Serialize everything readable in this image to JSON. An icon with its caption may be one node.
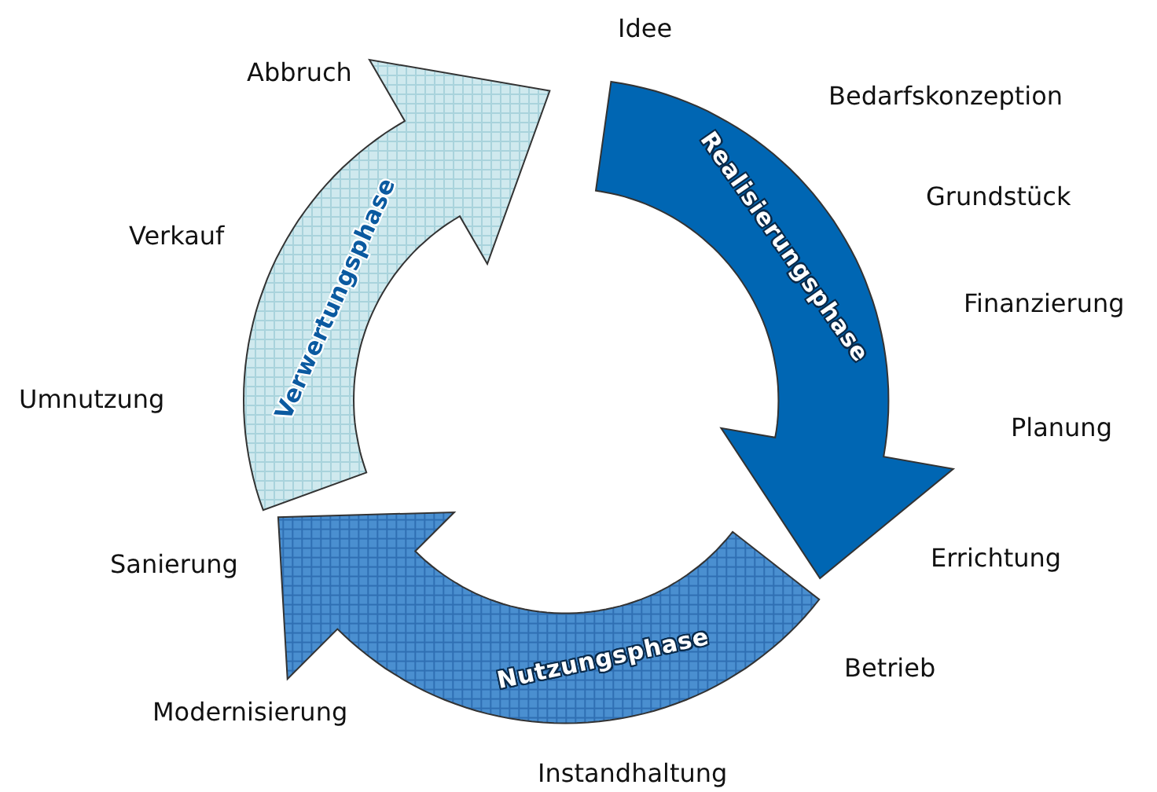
{
  "diagram": {
    "nodes": [
      {
        "text": [
          "Realisierungsphase"
        ],
        "beside": [
          "Idee",
          "Bedarfskonzeption",
          "Grundstück",
          "Finanzierung",
          "Planung",
          "Errichtung"
        ]
      },
      {
        "text": [
          "Nutzungsphase"
        ],
        "beside": [
          "Betrieb",
          "Instandhaltung",
          "Modernisierung"
        ]
      },
      {
        "text": [
          "Verwertungsphase"
        ],
        "beside": [
          "Sanierung",
          "Umnutzung",
          "Verkauf",
          "Abbruch"
        ]
      }
    ]
  }
}
